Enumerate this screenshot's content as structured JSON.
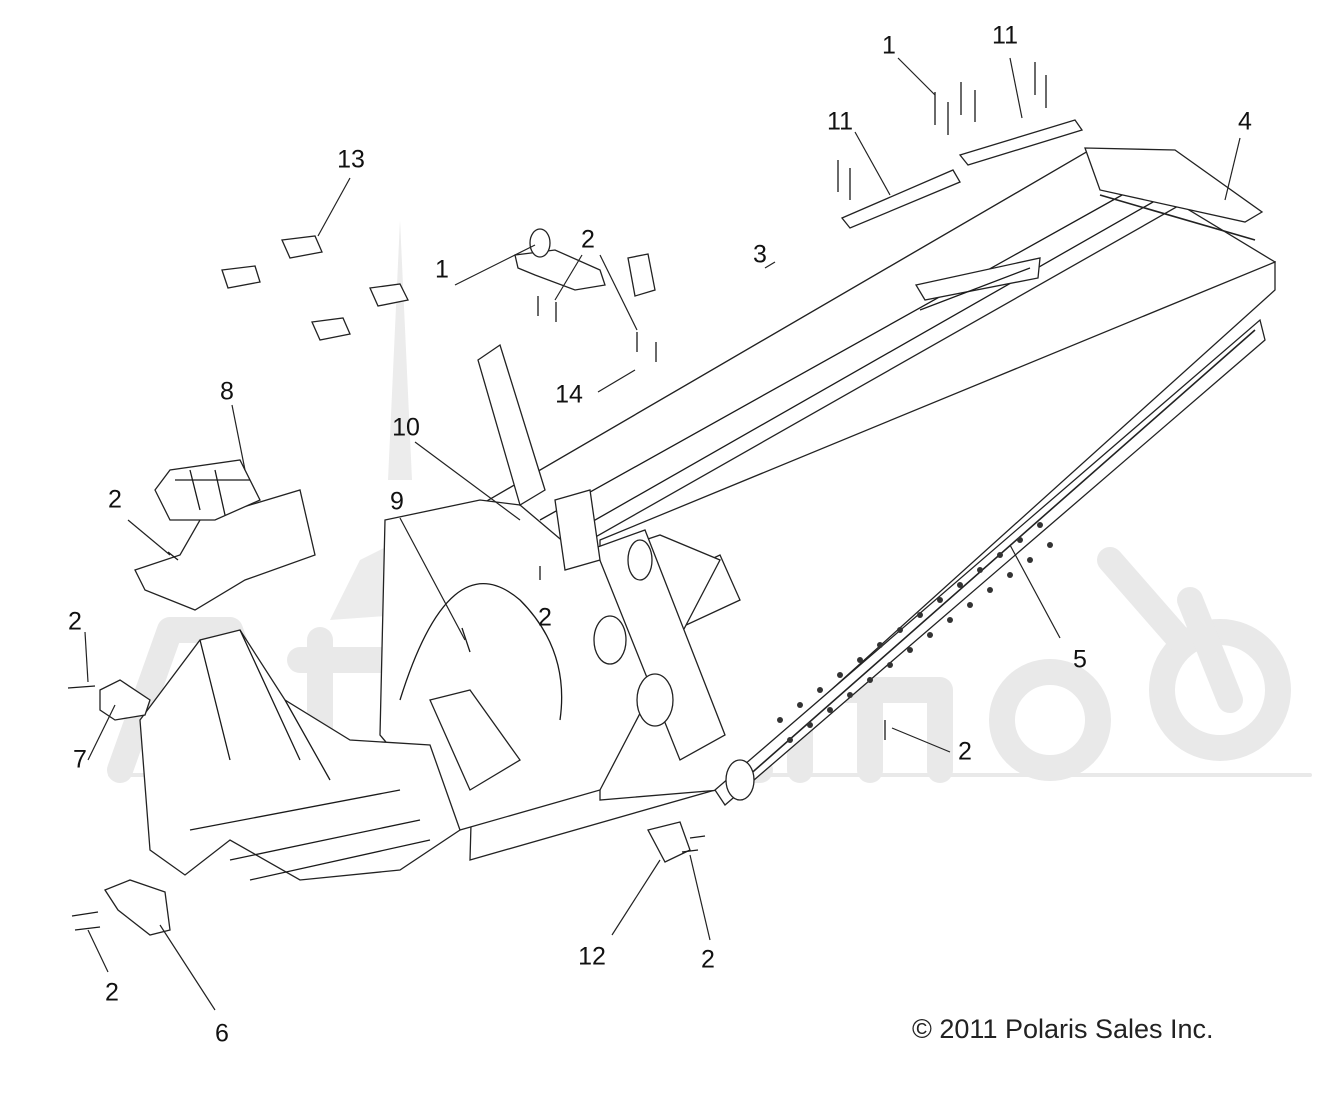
{
  "diagram": {
    "callouts": [
      {
        "id": "c1a",
        "label": "1"
      },
      {
        "id": "c11a",
        "label": "11"
      },
      {
        "id": "c11b",
        "label": "11"
      },
      {
        "id": "c4",
        "label": "4"
      },
      {
        "id": "c13",
        "label": "13"
      },
      {
        "id": "c2a",
        "label": "2"
      },
      {
        "id": "c1b",
        "label": "1"
      },
      {
        "id": "c3",
        "label": "3"
      },
      {
        "id": "c8",
        "label": "8"
      },
      {
        "id": "c14",
        "label": "14"
      },
      {
        "id": "c10",
        "label": "10"
      },
      {
        "id": "c2b",
        "label": "2"
      },
      {
        "id": "c9",
        "label": "9"
      },
      {
        "id": "c2c",
        "label": "2"
      },
      {
        "id": "c2d",
        "label": "2"
      },
      {
        "id": "c5",
        "label": "5"
      },
      {
        "id": "c7",
        "label": "7"
      },
      {
        "id": "c2e",
        "label": "2"
      },
      {
        "id": "c12",
        "label": "12"
      },
      {
        "id": "c2f",
        "label": "2"
      },
      {
        "id": "c2g",
        "label": "2"
      },
      {
        "id": "c6",
        "label": "6"
      }
    ],
    "copyright": "© 2011 Polaris Sales Inc."
  }
}
